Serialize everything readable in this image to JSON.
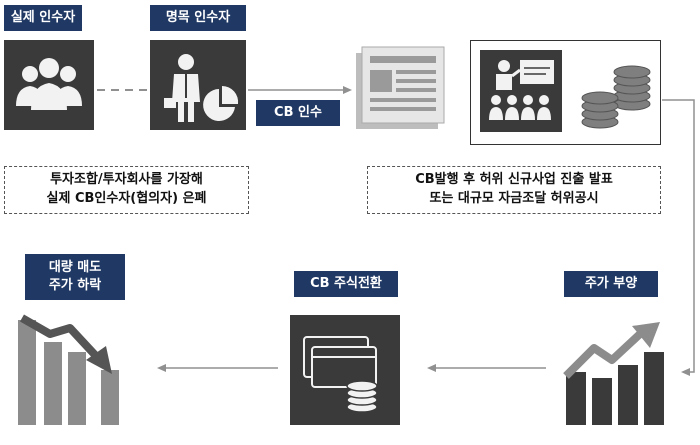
{
  "labels": {
    "actual_acquirer": "실제 인수자",
    "nominal_acquirer": "명목 인수자",
    "cb_acquisition": "CB 인수",
    "mass_selling": [
      "대량 매도",
      "주가 하락"
    ],
    "cb_conversion": "CB 주식전환",
    "stock_rise": "주가 부양"
  },
  "notes": {
    "hide_actual": [
      "투자조합/투자회사를 가장해",
      "실제 CB인수자(협의자) 은폐"
    ],
    "false_announcement": [
      "CB발행 후 허위 신규사업 진출 발표",
      "또는 대규모 자금조달 허위공시"
    ]
  },
  "colors": {
    "label_bg": "#1f3864",
    "tile_bg": "#3a3a3a",
    "chart_gray": "#909090",
    "arrow_gray": "#909090"
  },
  "icons": [
    "people-group-icon",
    "businessman-chart-icon",
    "newspaper-icon",
    "presentation-icon",
    "coin-stack-icon",
    "falling-chart-icon",
    "credit-card-coins-icon",
    "rising-chart-icon"
  ]
}
